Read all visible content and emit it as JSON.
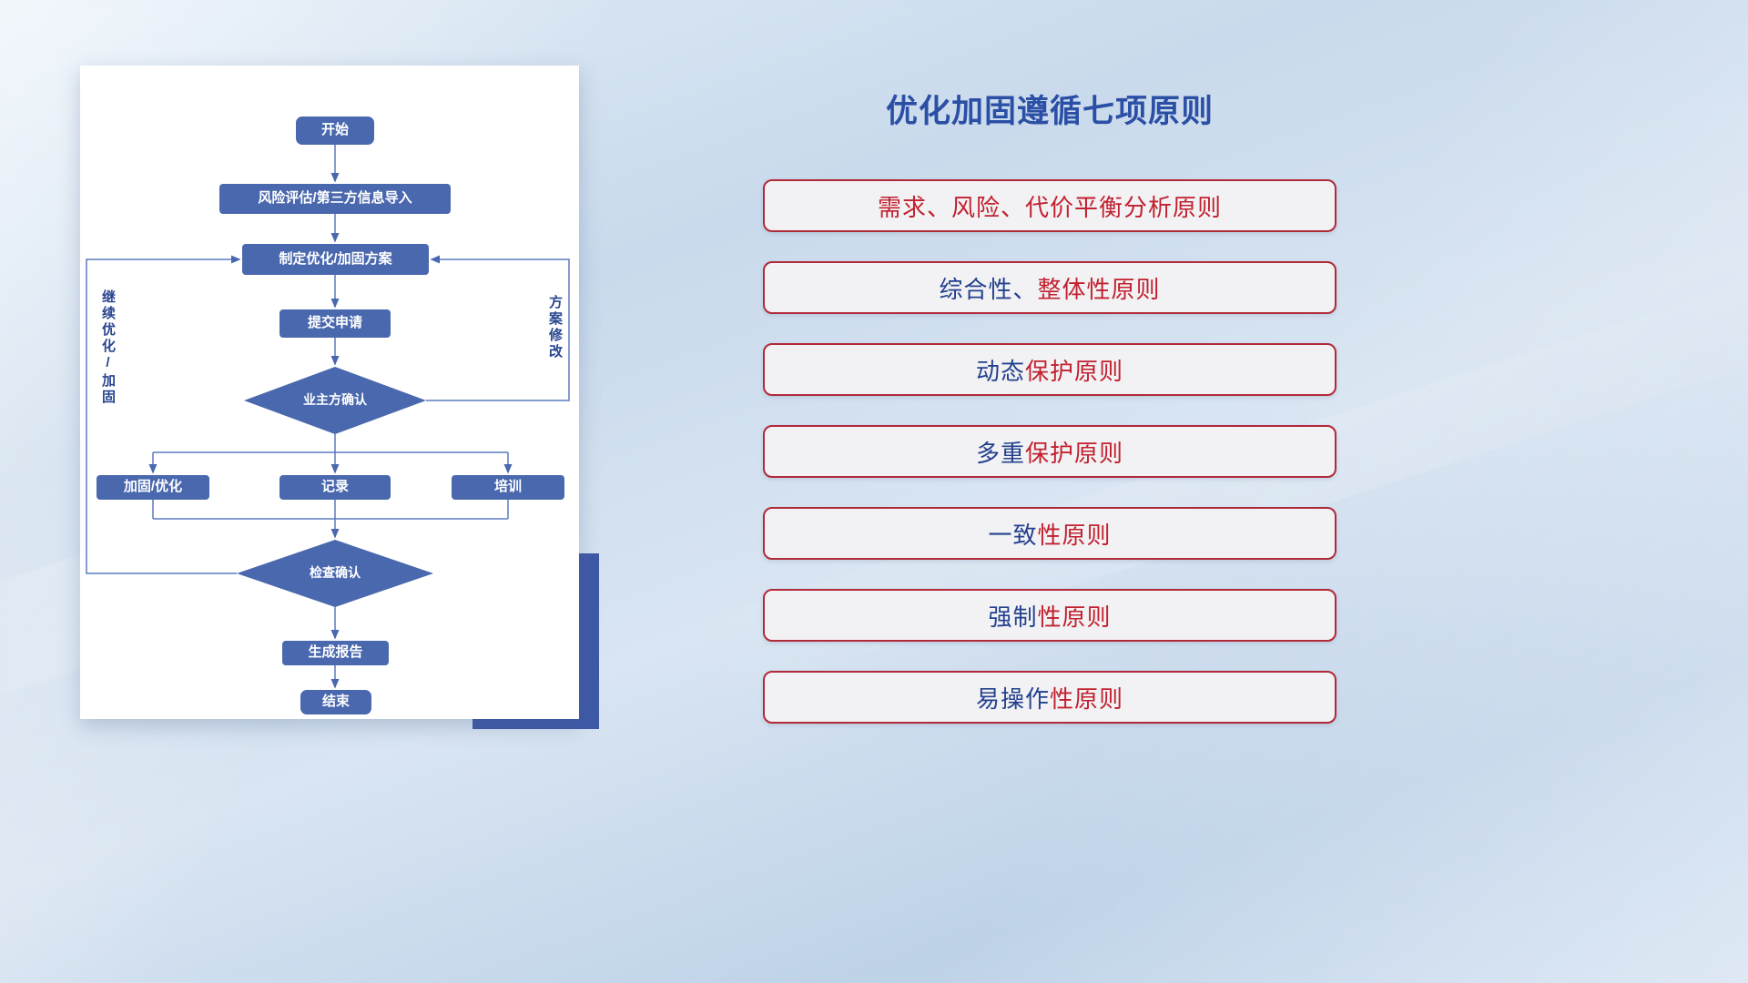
{
  "title": "优化加固遵循七项原则",
  "flowchart": {
    "nodes": {
      "start": "开始",
      "risk": "风险评估/第三方信息导入",
      "plan": "制定优化/加固方案",
      "submit": "提交申请",
      "owner_confirm": "业主方确认",
      "harden": "加固/优化",
      "record": "记录",
      "training": "培训",
      "check_confirm": "检查确认",
      "report": "生成报告",
      "end": "结束"
    },
    "labels": {
      "left_loop": "继续优化/加固",
      "right_loop": "方案修改"
    }
  },
  "principles": [
    {
      "parts": [
        {
          "text": "需求、风险、代价平衡分析原则",
          "color": "red"
        }
      ]
    },
    {
      "parts": [
        {
          "text": "综合性、",
          "color": "navy"
        },
        {
          "text": "整体性原则",
          "color": "red"
        }
      ]
    },
    {
      "parts": [
        {
          "text": "动态",
          "color": "navy"
        },
        {
          "text": "保护原则",
          "color": "red"
        }
      ]
    },
    {
      "parts": [
        {
          "text": "多重",
          "color": "navy"
        },
        {
          "text": "保护原则",
          "color": "red"
        }
      ]
    },
    {
      "parts": [
        {
          "text": "一致",
          "color": "navy"
        },
        {
          "text": "性原则",
          "color": "red"
        }
      ]
    },
    {
      "parts": [
        {
          "text": "强制",
          "color": "navy"
        },
        {
          "text": "性原则",
          "color": "red"
        }
      ]
    },
    {
      "parts": [
        {
          "text": "易操作",
          "color": "navy"
        },
        {
          "text": "性原则",
          "color": "red"
        }
      ]
    }
  ],
  "colors": {
    "red": "#c2202f",
    "navy": "#24418e",
    "node_fill": "#4a68ae",
    "line": "#5b7bbd",
    "title": "#2a4fa5",
    "principle_border": "#b02a3a"
  }
}
